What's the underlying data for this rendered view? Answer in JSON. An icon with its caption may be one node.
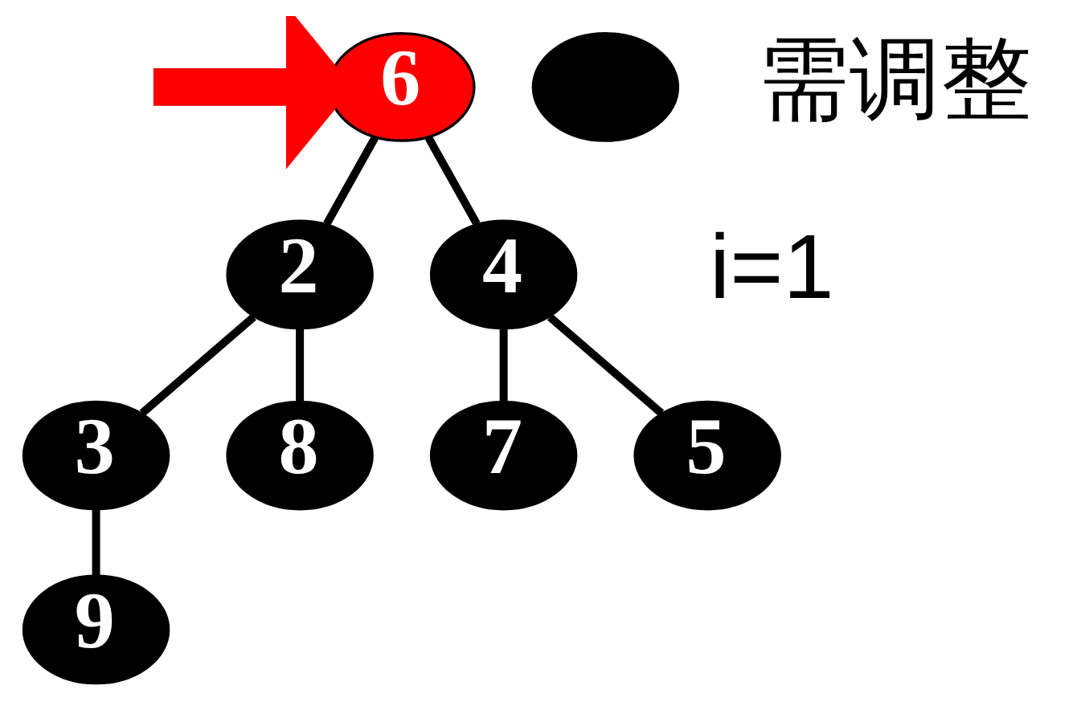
{
  "diagram": {
    "nodes": [
      {
        "text": [
          "6"
        ]
      },
      {
        "text": [
          "2"
        ]
      },
      {
        "text": [
          "4"
        ]
      },
      {
        "text": [
          "3"
        ]
      },
      {
        "text": [
          "8"
        ]
      },
      {
        "text": [
          "7"
        ]
      },
      {
        "text": [
          "5"
        ]
      },
      {
        "text": [
          "9"
        ]
      },
      {
        "text": [],
        "shape": "circle"
      }
    ],
    "edges": [
      {
        "from": null,
        "to": 0,
        "arrow": "to",
        "style": "thick",
        "color": "#ff0000"
      },
      {
        "from": 0,
        "to": 1,
        "arrow": "none"
      },
      {
        "from": 0,
        "to": 2,
        "arrow": "none"
      },
      {
        "from": 1,
        "to": 3,
        "arrow": "none"
      },
      {
        "from": 1,
        "to": 4,
        "arrow": "none"
      },
      {
        "from": 2,
        "to": 5,
        "arrow": "none"
      },
      {
        "from": 2,
        "to": 6,
        "arrow": "none"
      },
      {
        "from": 3,
        "to": 7,
        "arrow": "none"
      }
    ],
    "labels": [
      "需调整",
      "i=1"
    ]
  }
}
